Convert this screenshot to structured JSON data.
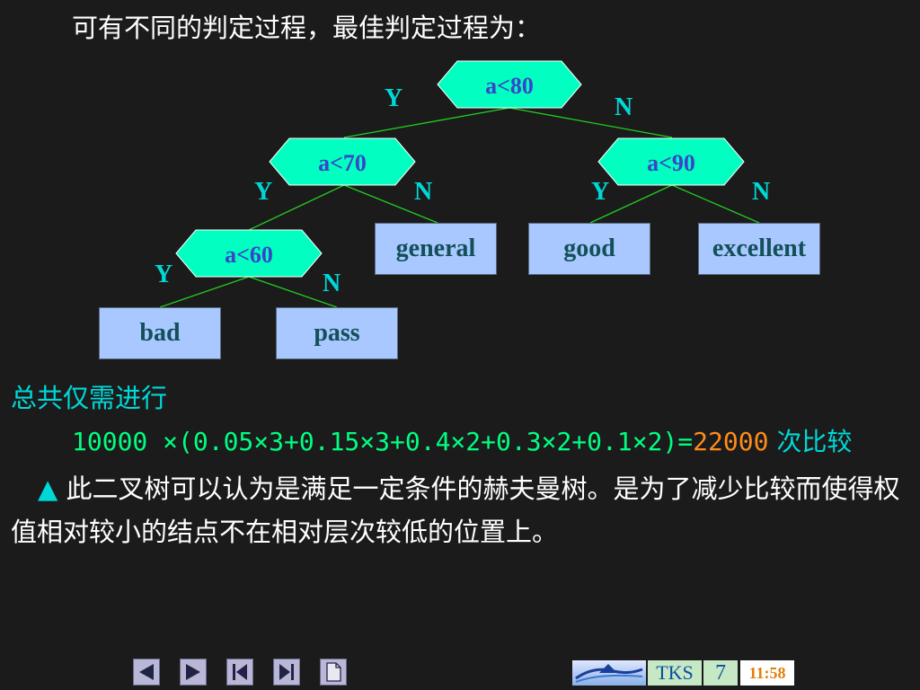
{
  "intro": "可有不同的判定过程，最佳判定过程为：",
  "tree": {
    "nodes": {
      "root": "a<80",
      "left": "a<70",
      "right": "a<90",
      "leftleft": "a<60"
    },
    "yes": "Y",
    "no": "N",
    "leaves": {
      "bad": "bad",
      "pass": "pass",
      "general": "general",
      "good": "good",
      "excellent": "excellent"
    }
  },
  "total_label": "总共仅需进行",
  "formula": {
    "expr": "10000 ×(0.05×3+0.15×3+0.4×2+0.3×2+0.1×2)=",
    "result": "22000",
    "suffix": " 次比较"
  },
  "note": {
    "bullet": "▲",
    "text": " 此二叉树可以认为是满足一定条件的赫夫曼树。是为了减少比较而使得权值相对较小的结点不在相对层次较低的位置上。"
  },
  "footer": {
    "brand": "TKS",
    "page": "7",
    "time": "11:58"
  },
  "colors": {
    "node_fill": "#00ffc0",
    "edge": "#22cc22",
    "leaf_fill": "#a8c8ff",
    "label_cyan": "#00d8d8",
    "result_orange": "#ff8c1a",
    "formula_green": "#00ff80"
  }
}
